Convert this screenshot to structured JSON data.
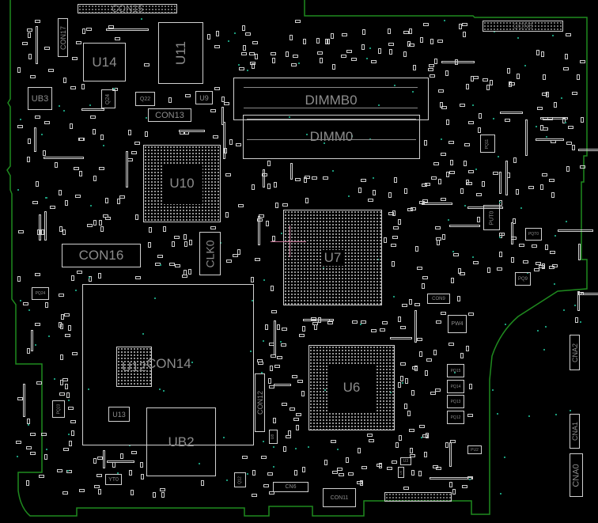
{
  "board": {
    "outline_color": "#1f8a1f",
    "silkscreen_color": "#d0d0d0",
    "label_color": "#8c8c8c",
    "via_color": "#1a9a7a"
  },
  "components": {
    "con15": "CON15",
    "con17": "CON17",
    "u14": "U14",
    "u11": "U11",
    "ub3": "UB3",
    "q24": "Q24",
    "q22": "Q22",
    "u9": "U9",
    "con13": "CON13",
    "con8": "CON8",
    "dimmb0": "DIMMB0",
    "dimm0": "DIMM0",
    "u10": "U10",
    "con16": "CON16",
    "clk0": "CLK0",
    "u7": "U7",
    "con14": "CON14",
    "u12": "U12",
    "u13": "U13",
    "ub2": "UB2",
    "yt0": "YT0",
    "con12": "CON12",
    "u6": "U6",
    "cn6": "CN6",
    "con11": "CON11",
    "pq11": "PQ11",
    "put0": "PUT0",
    "pqt0": "PQT0",
    "pq9": "PQ9",
    "con9": "CON9",
    "pw4": "PW4",
    "pq15": "PQ15",
    "pq14": "PQ14",
    "pq13": "PQ13",
    "pq12": "PQ12",
    "pu2": "PU2",
    "u3": "U3",
    "u5": "U5",
    "cna2": "CNA2",
    "cna1": "CNA1",
    "cna0": "CNA0",
    "u8": "U8",
    "q12": "Q12",
    "pq24": "PQ24",
    "pq23": "PQ23"
  }
}
